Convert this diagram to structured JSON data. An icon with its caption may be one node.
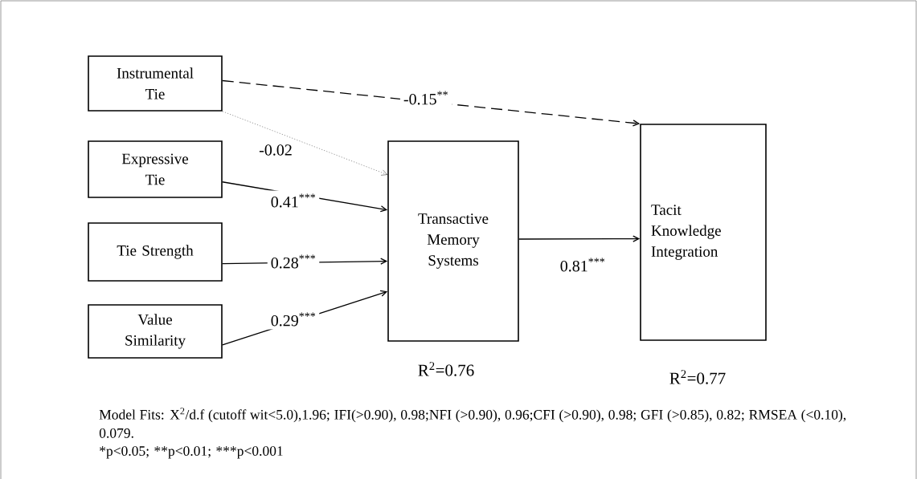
{
  "diagram": {
    "nodes": [
      {
        "text": [
          "Instrumental Tie"
        ]
      },
      {
        "text": [
          "Expressive Tie"
        ]
      },
      {
        "text": [
          "Tie Strength"
        ]
      },
      {
        "text": [
          "Value Similarity"
        ]
      },
      {
        "text": [
          "Transactive Memory Systems"
        ],
        "beside": [
          "R$^{2}$=0.76"
        ]
      },
      {
        "text": [
          "Tacit Knowledge Integration"
        ],
        "beside": [
          "R$^{2}$=0.77"
        ]
      }
    ],
    "edges": [
      {
        "from": 0,
        "to": 5,
        "arrow": "to",
        "label": "-0.15$^{**}$",
        "style": "dashed"
      },
      {
        "from": 0,
        "to": 4,
        "arrow": "to",
        "label": "-0.02",
        "style": "dashed"
      },
      {
        "from": 1,
        "to": 4,
        "arrow": "to",
        "label": "0.41$^{***}$"
      },
      {
        "from": 2,
        "to": 4,
        "arrow": "to",
        "label": "0.28$^{***}$"
      },
      {
        "from": 3,
        "to": 4,
        "arrow": "to",
        "label": "0.29$^{***}$"
      },
      {
        "from": 4,
        "to": 5,
        "arrow": "to",
        "label": "0.81$^{***}$"
      }
    ],
    "labels": [
      "Model Fits: X$^{2}$/d.f (cutoff wit<5.0),1.96; IFI(>0.90), 0.98;NFI (>0.90), 0.96;CFI (>0.90), 0.98; GFI (>0.85), 0.82; RMSEA (<0.10), 0.079.",
      "*p<0.05;",
      "**p<0.01;",
      "***p<0.001"
    ]
  }
}
